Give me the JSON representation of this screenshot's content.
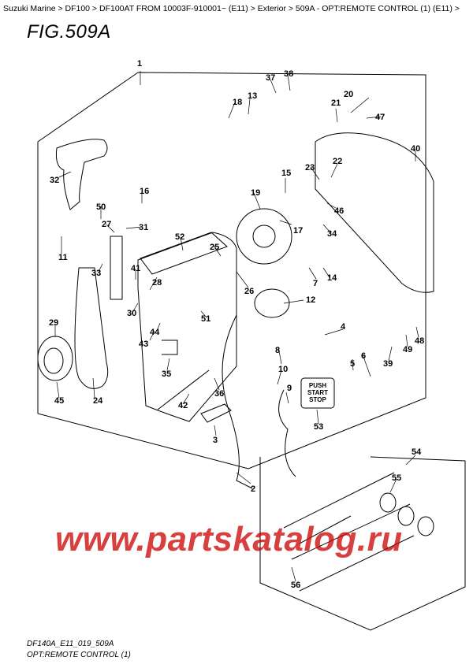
{
  "breadcrumb": [
    {
      "label": "Suzuki Marine"
    },
    {
      "label": "DF100"
    },
    {
      "label": "DF100AT FROM 10003F-910001~ (E11)"
    },
    {
      "label": "Exterior"
    },
    {
      "label": "509A - OPT:REMOTE CONTROL (1) (E11)"
    }
  ],
  "breadcrumb_separator": " >",
  "figure": {
    "title": "FIG.509A",
    "code": "DF140A_E11_019_509A",
    "caption": "OPT:REMOTE CONTROL (1)"
  },
  "push_button_text": [
    "PUSH",
    "START",
    "STOP"
  ],
  "watermark": "www.partskatalog.ru",
  "callouts": [
    "1",
    "2",
    "3",
    "4",
    "5",
    "6",
    "7",
    "8",
    "9",
    "10",
    "11",
    "12",
    "13",
    "14",
    "15",
    "16",
    "17",
    "18",
    "19",
    "20",
    "21",
    "22",
    "23",
    "24",
    "25",
    "26",
    "27",
    "28",
    "29",
    "30",
    "31",
    "32",
    "33",
    "34",
    "35",
    "36",
    "37",
    "38",
    "39",
    "40",
    "41",
    "42",
    "43",
    "44",
    "45",
    "46",
    "47",
    "48",
    "49",
    "50",
    "51",
    "52",
    "53",
    "54",
    "55",
    "56"
  ],
  "colors": {
    "watermark": "#cc0000",
    "lines": "#000000"
  }
}
